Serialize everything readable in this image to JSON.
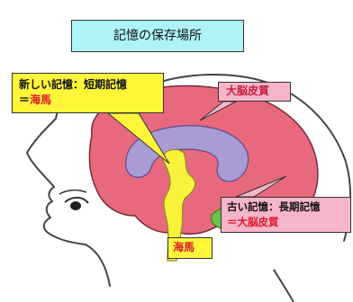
{
  "title": "記憶の保存場所",
  "short_term": {
    "line1": "新しい記憶：短期記憶",
    "line2_prefix": "＝",
    "line2_value": "海馬"
  },
  "cortex_label": "大脳皮質",
  "long_term": {
    "line1": "古い記憶：長期記憶",
    "line2": "＝大脳皮質"
  },
  "hippocampus_label": "海馬",
  "colors": {
    "title_bg": "#aef3f7",
    "callout_yellow": "#fff63a",
    "cortex_pink": "#f6b6c9",
    "brain_red": "#e8697e",
    "limbic_purple": "#a99bd4",
    "hippocampus_yellow": "#f7f23a",
    "cerebellum_green": "#6cc24a",
    "text_red": "#e0182d"
  },
  "icons": [
    "head-outline-icon",
    "eye-icon",
    "brain-icon"
  ]
}
